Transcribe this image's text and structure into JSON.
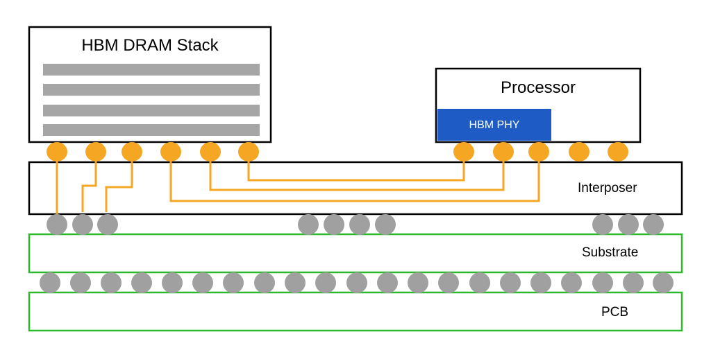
{
  "labels": {
    "hbm_stack": "HBM DRAM Stack",
    "processor": "Processor",
    "hbm_phy": "HBM PHY",
    "interposer": "Interposer",
    "substrate": "Substrate",
    "pcb": "PCB"
  },
  "colors": {
    "outline": "#000000",
    "dram_layer": "#a6a6a6",
    "phy_fill": "#1f5bc5",
    "microbump": "#f5a623",
    "trace": "#f5a623",
    "c4_bump": "#a0a0a0",
    "board_outline": "#2eb82e"
  },
  "counts": {
    "dram_layers": 4,
    "hbm_microbumps": 6,
    "processor_microbumps": 5,
    "interposer_bumps": 10,
    "substrate_balls": 21
  }
}
